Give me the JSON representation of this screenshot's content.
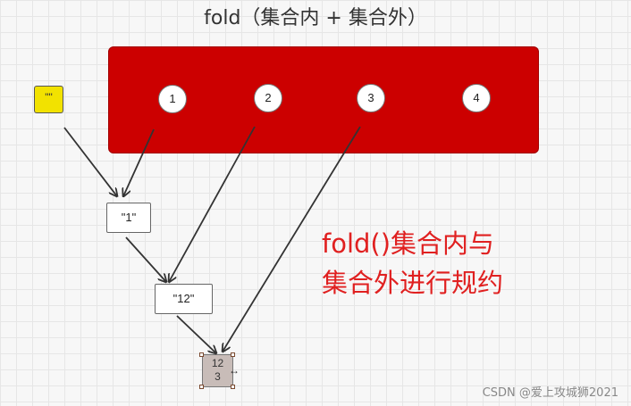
{
  "title": "fold（集合内 + 集合外）",
  "collection": {
    "items": [
      "1",
      "2",
      "3",
      "4"
    ]
  },
  "initial_value": "\"\"",
  "accumulators": {
    "step1": "\"1\"",
    "step2": "\"12\""
  },
  "result": {
    "line1": "12",
    "line2": "3"
  },
  "caption": {
    "line1": "fold()集合内与",
    "line2": "集合外进行规约"
  },
  "watermark": "CSDN @爱上攻城狮2021",
  "colors": {
    "collection_fill": "#cc0000",
    "initial_fill": "#f2e200",
    "caption_text": "#e02020"
  }
}
